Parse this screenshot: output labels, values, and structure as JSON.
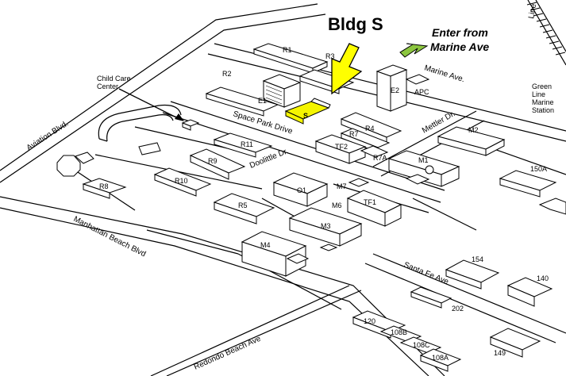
{
  "title": "Bldg S",
  "entry_note": [
    "Enter from",
    "Marine Ave"
  ],
  "streets": {
    "aviation": "Aviation Blvd.",
    "manhattan": "Manhattan Beach Blvd",
    "redondo": "Redondo Beach Ave",
    "marine": "Marine Ave.",
    "space_park": "Space Park Drive",
    "doolittle": "Doolittle Dr.",
    "mettler": "Mettler Dr.",
    "santa_fe": "Santa Fe Ave",
    "rail": "Line"
  },
  "station": [
    "Green",
    "Line",
    "Marine",
    "Station"
  ],
  "child_care": [
    "Child Care",
    "Center"
  ],
  "buildings": {
    "r1": "R1",
    "r2": "R2",
    "r3": "R3",
    "e1": "E1",
    "s": "S",
    "e2": "E2",
    "apc": "APC",
    "r4": "R4",
    "r7": "R7",
    "r7a": "R7A",
    "tf2": "TF2",
    "r11": "R11",
    "r9": "R9",
    "r8": "R8",
    "r10": "R10",
    "o1": "O1",
    "m7": "M7",
    "m6": "M6",
    "tf1": "TF1",
    "m1": "M1",
    "m2": "M2",
    "r5": "R5",
    "m4": "M4",
    "m3": "M3",
    "b150a": "150A",
    "b154": "154",
    "b140": "140",
    "b202": "202",
    "b120": "120",
    "b108b": "108B",
    "b108c": "108C",
    "b108a": "108A",
    "b149": "149"
  },
  "highlight_color": "#f5f500",
  "arrow_yellow": "#ffff00",
  "arrow_green": "#8cc63f"
}
